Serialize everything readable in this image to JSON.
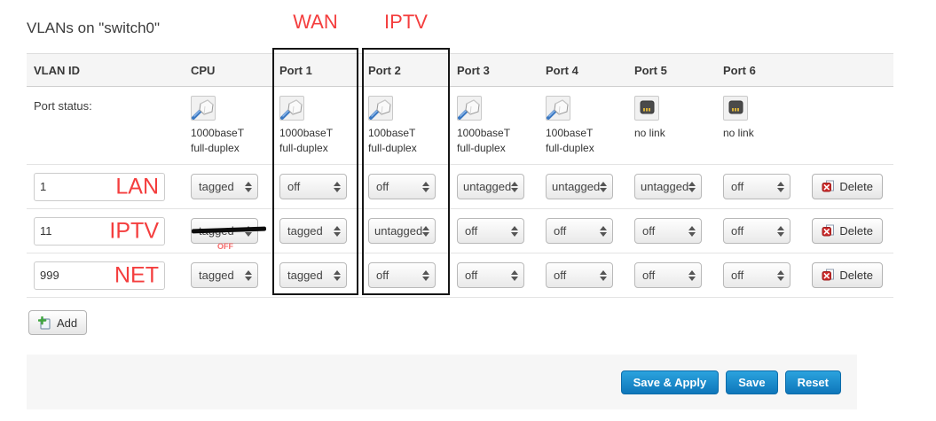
{
  "page": {
    "title": "VLANs on \"switch0\""
  },
  "annotations": {
    "wan": "WAN",
    "iptv": "IPTV",
    "cpu_off_note": "OFF",
    "red_color": "#f43e3e"
  },
  "table": {
    "headers": [
      "VLAN ID",
      "CPU",
      "Port 1",
      "Port 2",
      "Port 3",
      "Port 4",
      "Port 5",
      "Port 6"
    ],
    "port_status": {
      "label": "Port status:",
      "cells": [
        {
          "icon": "ethernet-connected-icon",
          "line1": "1000baseT",
          "line2": "full-duplex"
        },
        {
          "icon": "ethernet-connected-icon",
          "line1": "1000baseT",
          "line2": "full-duplex"
        },
        {
          "icon": "ethernet-connected-icon",
          "line1": "100baseT",
          "line2": "full-duplex"
        },
        {
          "icon": "ethernet-connected-icon",
          "line1": "1000baseT",
          "line2": "full-duplex"
        },
        {
          "icon": "ethernet-connected-icon",
          "line1": "100baseT",
          "line2": "full-duplex"
        },
        {
          "icon": "ethernet-nolink-icon",
          "line1": "no link",
          "line2": ""
        },
        {
          "icon": "ethernet-nolink-icon",
          "line1": "no link",
          "line2": ""
        }
      ]
    },
    "rows": [
      {
        "vlan_id": "1",
        "annotation": "LAN",
        "cells": [
          "tagged",
          "off",
          "off",
          "untagged",
          "untagged",
          "untagged",
          "off"
        ]
      },
      {
        "vlan_id": "11",
        "annotation": "IPTV",
        "cells": [
          "tagged",
          "tagged",
          "untagged",
          "off",
          "off",
          "off",
          "off"
        ]
      },
      {
        "vlan_id": "999",
        "annotation": "NET",
        "cells": [
          "tagged",
          "tagged",
          "off",
          "off",
          "off",
          "off",
          "off"
        ]
      }
    ]
  },
  "labels": {
    "delete": "Delete",
    "add": "Add",
    "save_apply": "Save & Apply",
    "save": "Save",
    "reset": "Reset"
  },
  "colors": {
    "annotation_red": "#f43e3e",
    "button_blue": "#0e76ba",
    "header_bg": "#f5f5f5",
    "footer_bg": "#f6f6f6"
  }
}
